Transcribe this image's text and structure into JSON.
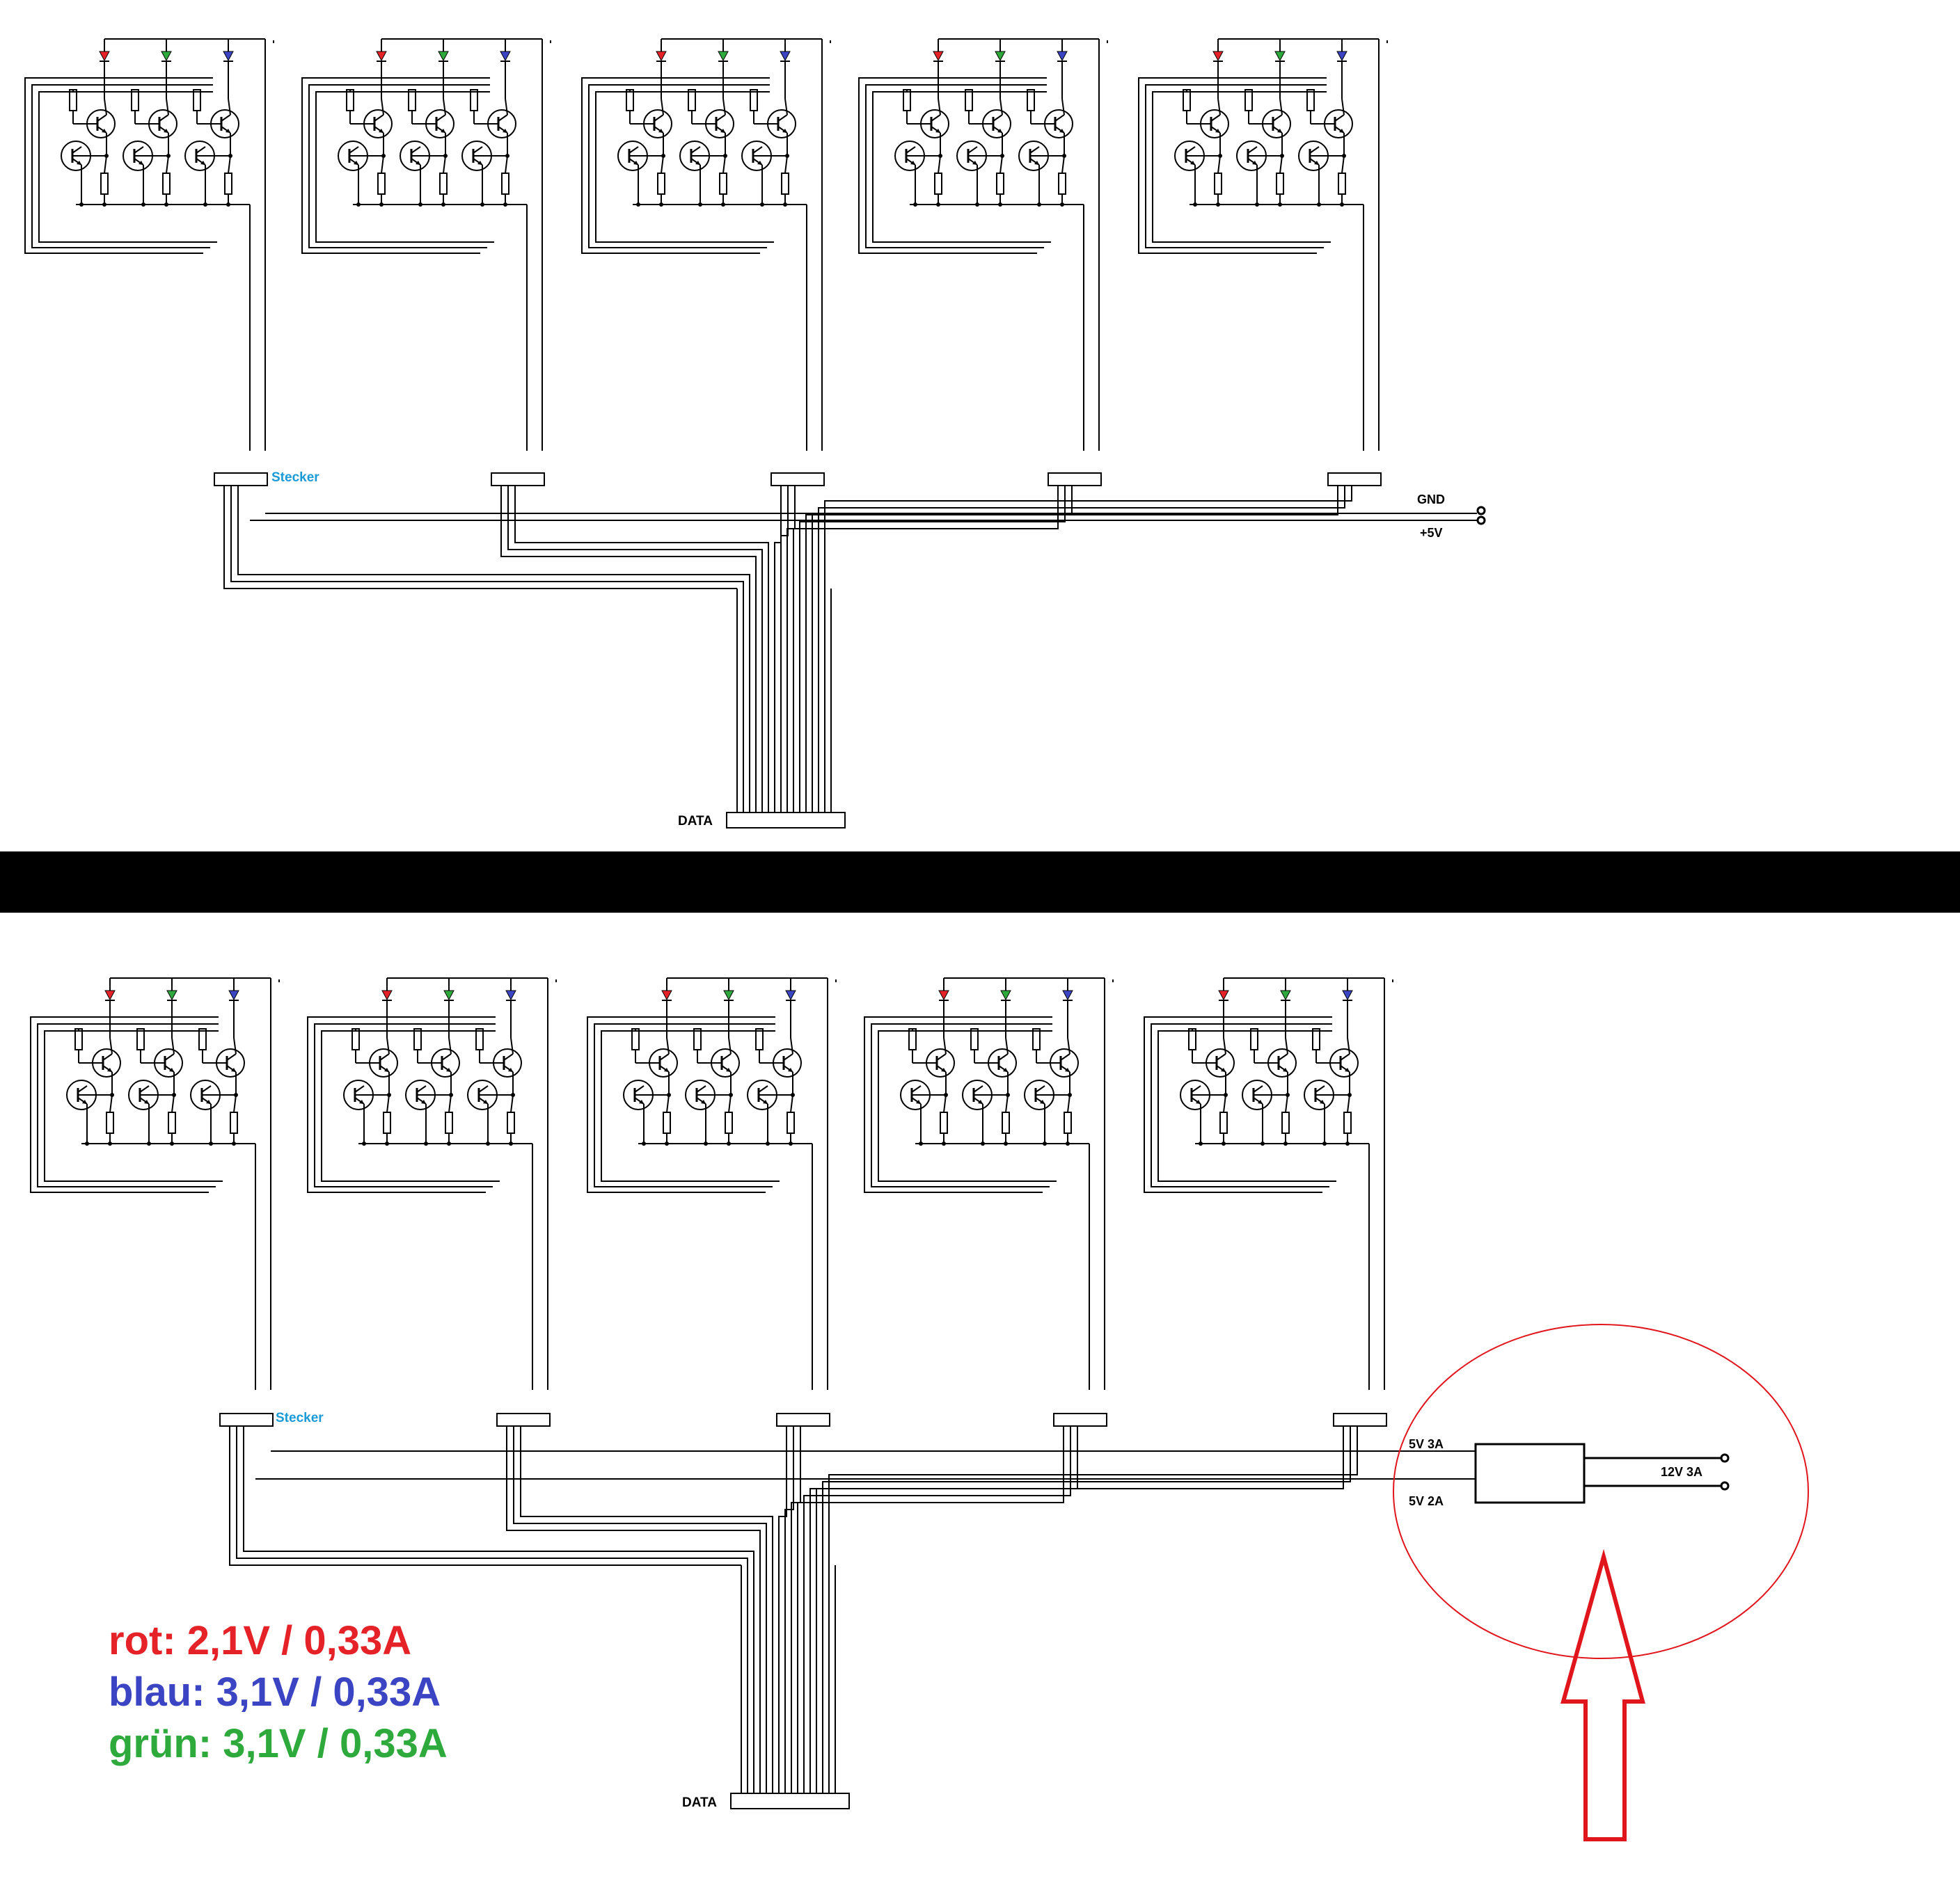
{
  "top_schematic": {
    "connector_label": "Stecker",
    "gnd_label": "GND",
    "v5_label": "+5V",
    "data_label": "DATA"
  },
  "bottom_schematic": {
    "connector_label": "Stecker",
    "psu_out_3a": "5V 3A",
    "psu_out_2a": "5V 2A",
    "psu_in": "12V 3A",
    "data_label": "DATA"
  },
  "legend": {
    "red_text": "rot: 2,1V / 0,33A",
    "blue_text": "blau: 3,1V / 0,33A",
    "green_text": "grün: 3,1V / 0,33A"
  },
  "colors": {
    "red": "#e52228",
    "blue": "#3b45c4",
    "green": "#2eaa3c",
    "connector_label": "#1a9ad6",
    "annotation": "#e0161c",
    "divider": "#000000"
  }
}
